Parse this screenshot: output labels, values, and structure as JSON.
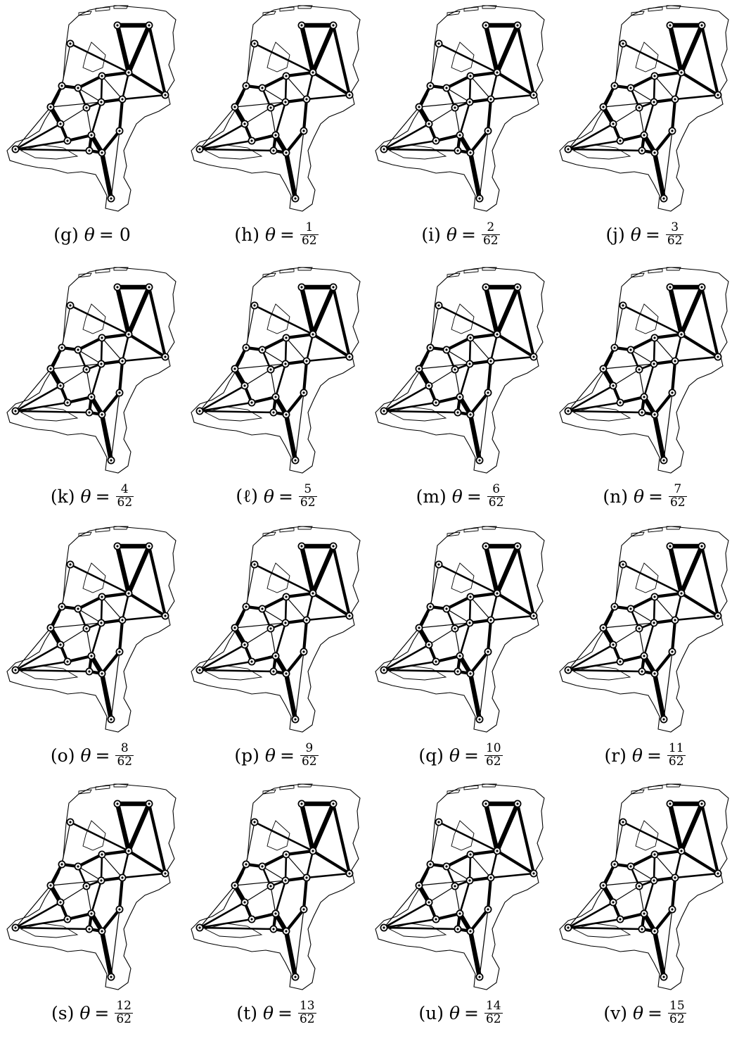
{
  "figure": {
    "panels": [
      {
        "label": "(g)",
        "theta_symbol": "θ",
        "equals": "=",
        "value": "0"
      },
      {
        "label": "(h)",
        "theta_symbol": "θ",
        "equals": "=",
        "num": "1",
        "den": "62"
      },
      {
        "label": "(i)",
        "theta_symbol": "θ",
        "equals": "=",
        "num": "2",
        "den": "62"
      },
      {
        "label": "(j)",
        "theta_symbol": "θ",
        "equals": "=",
        "num": "3",
        "den": "62"
      },
      {
        "label": "(k)",
        "theta_symbol": "θ",
        "equals": "=",
        "num": "4",
        "den": "62"
      },
      {
        "label": "(ℓ)",
        "theta_symbol": "θ",
        "equals": "=",
        "num": "5",
        "den": "62"
      },
      {
        "label": "(m)",
        "theta_symbol": "θ",
        "equals": "=",
        "num": "6",
        "den": "62"
      },
      {
        "label": "(n)",
        "theta_symbol": "θ",
        "equals": "=",
        "num": "7",
        "den": "62"
      },
      {
        "label": "(o)",
        "theta_symbol": "θ",
        "equals": "=",
        "num": "8",
        "den": "62"
      },
      {
        "label": "(p)",
        "theta_symbol": "θ",
        "equals": "=",
        "num": "9",
        "den": "62"
      },
      {
        "label": "(q)",
        "theta_symbol": "θ",
        "equals": "=",
        "num": "10",
        "den": "62"
      },
      {
        "label": "(r)",
        "theta_symbol": "θ",
        "equals": "=",
        "num": "11",
        "den": "62"
      },
      {
        "label": "(s)",
        "theta_symbol": "θ",
        "equals": "=",
        "num": "12",
        "den": "62"
      },
      {
        "label": "(t)",
        "theta_symbol": "θ",
        "equals": "=",
        "num": "13",
        "den": "62"
      },
      {
        "label": "(u)",
        "theta_symbol": "θ",
        "equals": "=",
        "num": "14",
        "den": "62"
      },
      {
        "label": "(v)",
        "theta_symbol": "θ",
        "equals": "=",
        "num": "15",
        "den": "62"
      }
    ],
    "colors": {
      "edge": "#000000",
      "outline": "#000000",
      "node_fill": "#ffffff"
    }
  }
}
